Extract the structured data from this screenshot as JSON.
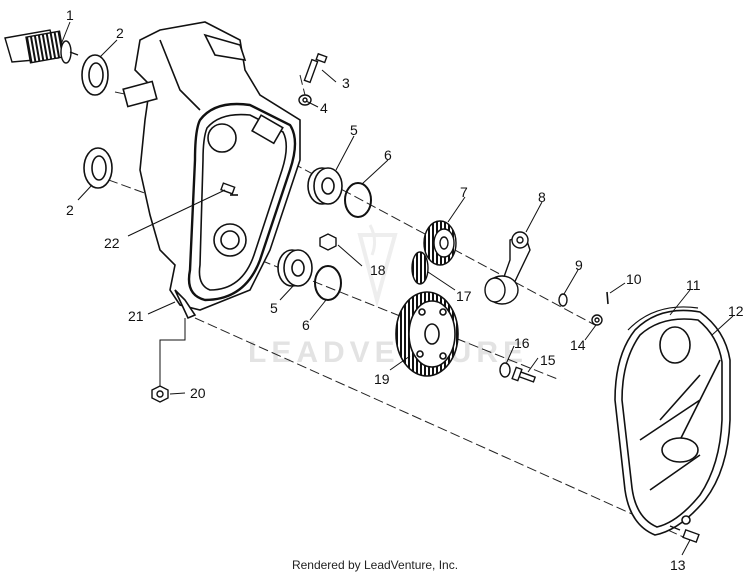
{
  "callouts": {
    "c1": "1",
    "c2a": "2",
    "c2b": "2",
    "c3": "3",
    "c4": "4",
    "c5a": "5",
    "c5b": "5",
    "c6a": "6",
    "c6b": "6",
    "c7": "7",
    "c8": "8",
    "c9": "9",
    "c10": "10",
    "c11": "11",
    "c12": "12",
    "c13": "13",
    "c14": "14",
    "c15": "15",
    "c16": "16",
    "c17": "17",
    "c18": "18",
    "c19": "19",
    "c20": "20",
    "c21": "21",
    "c22": "22"
  },
  "watermark": {
    "text": "LEADVENTURE"
  },
  "footer": {
    "text": "Rendered by LeadVenture, Inc."
  }
}
